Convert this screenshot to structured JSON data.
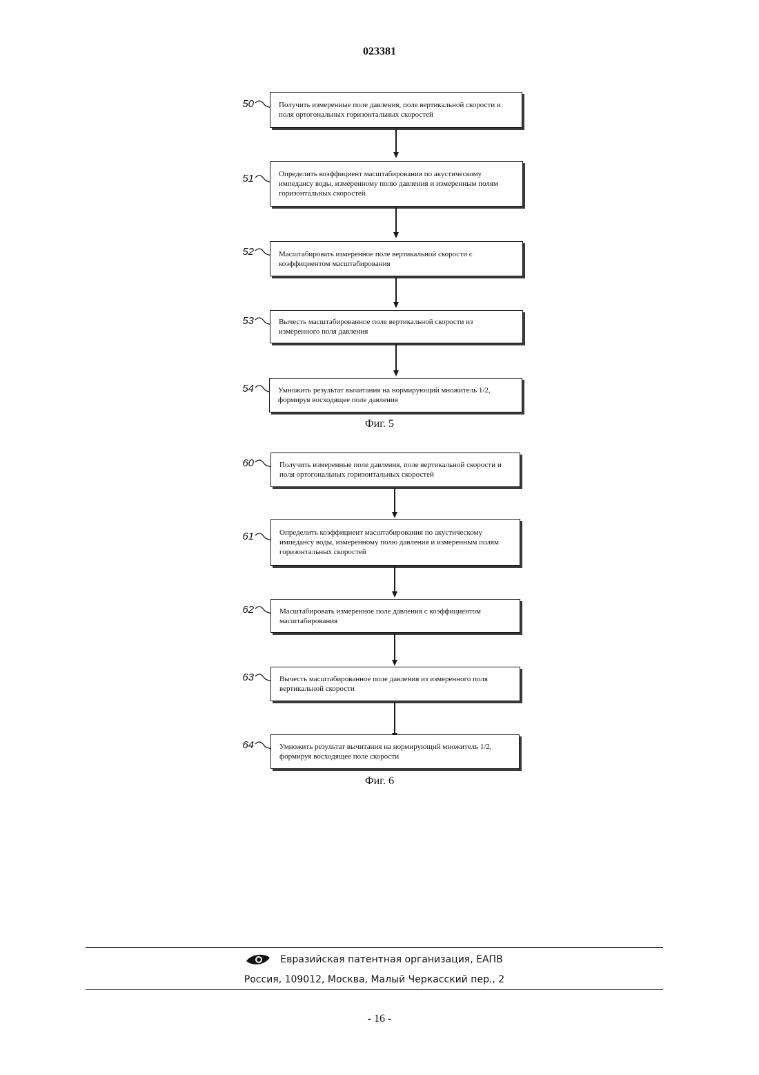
{
  "header": {
    "doc_number": "023381"
  },
  "fig5": {
    "caption": "Фиг. 5",
    "steps": [
      {
        "label": "50",
        "text": "Получить измеренные поле давления, поле вертикальной скорости и поля ортогональных горизонтальных скоростей"
      },
      {
        "label": "51",
        "text": "Определить коэффициент масштабирования по акустическому импедансу воды, измеренному полю давления и измеренным полям горизонтальных скоростей"
      },
      {
        "label": "52",
        "text": "Масштабировать измеренное поле вертикальной скорости с коэффициентом масштабирования"
      },
      {
        "label": "53",
        "text": "Вычесть масштабированное поле вертикальной скорости из измеренного поля давления"
      },
      {
        "label": "54",
        "text": "Умножить результат вычитания на нормирующий множитель 1/2, формируя восходящее поле давления"
      }
    ]
  },
  "fig6": {
    "caption": "Фиг. 6",
    "steps": [
      {
        "label": "60",
        "text": "Получить измеренные поле давления, поле вертикальной скорости и поля ортогональных горизонтальных скоростей"
      },
      {
        "label": "61",
        "text": "Определить коэффициент масштабирования по акустическому импедансу воды, измеренному полю давления и измеренным полям горизонтальных скоростей"
      },
      {
        "label": "62",
        "text": "Масштабировать измеренное поле давления с коэффициентом масштабирования"
      },
      {
        "label": "63",
        "text": "Вычесть масштабированное поле давления из измеренного поля вертикальной скорости"
      },
      {
        "label": "64",
        "text": "Умножить результат вычитания на нормирующий множитель 1/2, формируя восходящее поле скорости"
      }
    ]
  },
  "footer": {
    "org_name": "Евразийская патентная организация, ЕАПВ",
    "address": "Россия, 109012, Москва, Малый Черкасский пер., 2",
    "logo_icon": "eapo-eye-logo-icon"
  },
  "page": {
    "number": "- 16 -"
  }
}
